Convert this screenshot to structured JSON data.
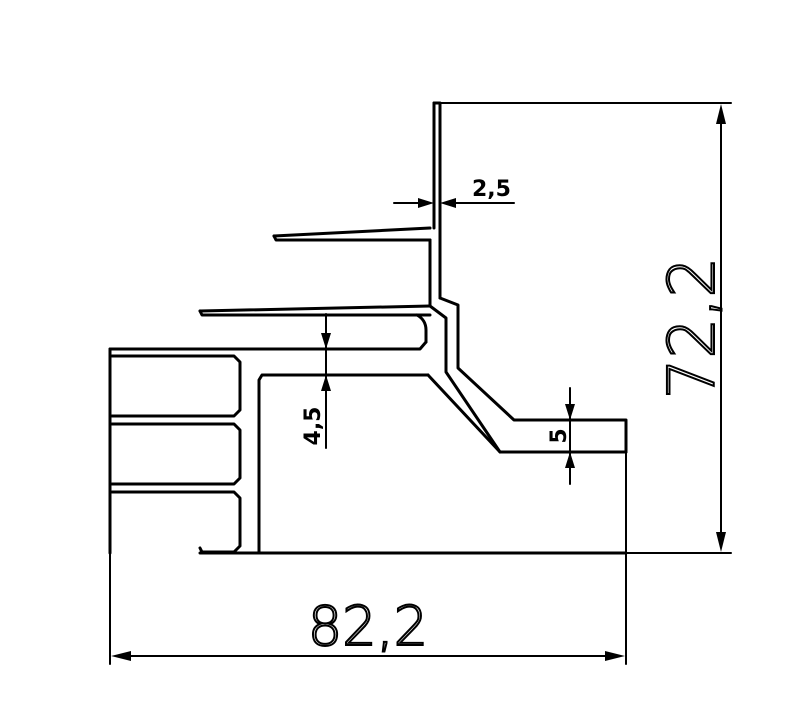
{
  "dimensions": {
    "overall_width": "82,2",
    "overall_height": "72,2",
    "wall_thickness": "2,5",
    "gap": "4,5",
    "flange": "5"
  }
}
